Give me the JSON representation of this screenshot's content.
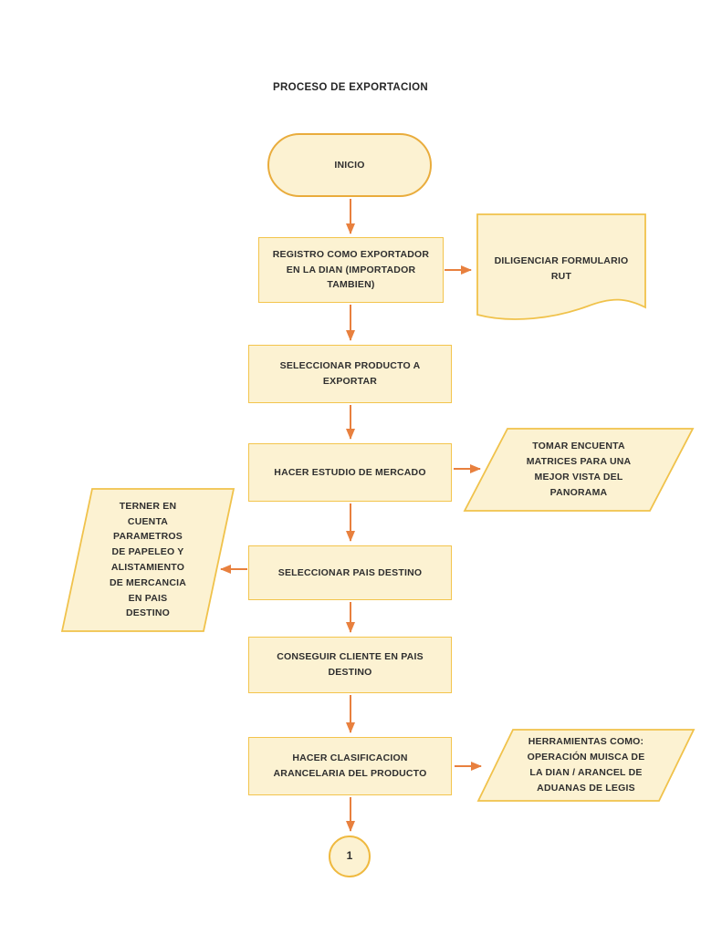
{
  "title": "PROCESO DE EXPORTACION",
  "colors": {
    "page_background": "#ffffff",
    "shape_fill": "#fcf2d2",
    "shape_border_gold": "#f3c44c",
    "terminator_border": "#e9ac3c",
    "arrow_orange": "#e8803e",
    "text": "#2f2f2f"
  },
  "nodes": {
    "inicio": {
      "type": "terminator",
      "label": "INICIO"
    },
    "registro": {
      "type": "process",
      "label": "REGISTRO COMO EXPORTADOR\nEN LA DIAN (IMPORTADOR\nTAMBIEN)"
    },
    "formulario_rut": {
      "type": "document",
      "label": "DILIGENCIAR FORMULARIO\nRUT"
    },
    "producto": {
      "type": "process",
      "label": "SELECCIONAR PRODUCTO A\nEXPORTAR"
    },
    "estudio_mercado": {
      "type": "process",
      "label": "HACER ESTUDIO DE MERCADO"
    },
    "matrices": {
      "type": "data",
      "label": "TOMAR ENCUENTA\nMATRICES PARA UNA\nMEJOR VISTA DEL\nPANORAMA"
    },
    "pais_destino": {
      "type": "process",
      "label": "SELECCIONAR PAIS DESTINO"
    },
    "parametros": {
      "type": "data",
      "label": "TERNER EN\nCUENTA\nPARAMETROS\nDE PAPELEO Y\nALISTAMIENTO\nDE MERCANCIA\nEN PAIS\nDESTINO"
    },
    "cliente": {
      "type": "process",
      "label": "CONSEGUIR CLIENTE EN PAIS\nDESTINO"
    },
    "clasificacion": {
      "type": "process",
      "label": "HACER CLASIFICACION\nARANCELARIA DEL PRODUCTO"
    },
    "herramientas": {
      "type": "data",
      "label": "HERRAMIENTAS COMO:\nOPERACIÓN MUISCA DE\nLA DIAN / ARANCEL DE\nADUANAS DE LEGIS"
    },
    "off_page_connector": {
      "type": "connector",
      "label": "1"
    }
  }
}
